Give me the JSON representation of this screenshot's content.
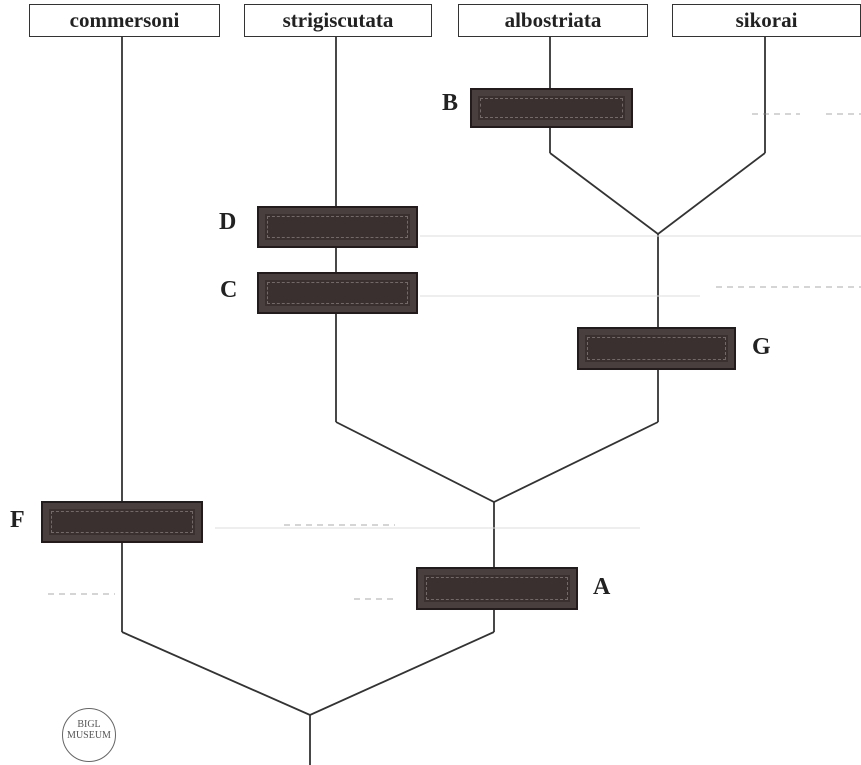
{
  "taxa": [
    "commersoni",
    "strigiscutata",
    "albostriata",
    "sikorai"
  ],
  "bar_labels": {
    "A": "A",
    "B": "B",
    "C": "C",
    "D": "D",
    "F": "F",
    "G": "G"
  },
  "stamp": "BIGL MUSEUM"
}
